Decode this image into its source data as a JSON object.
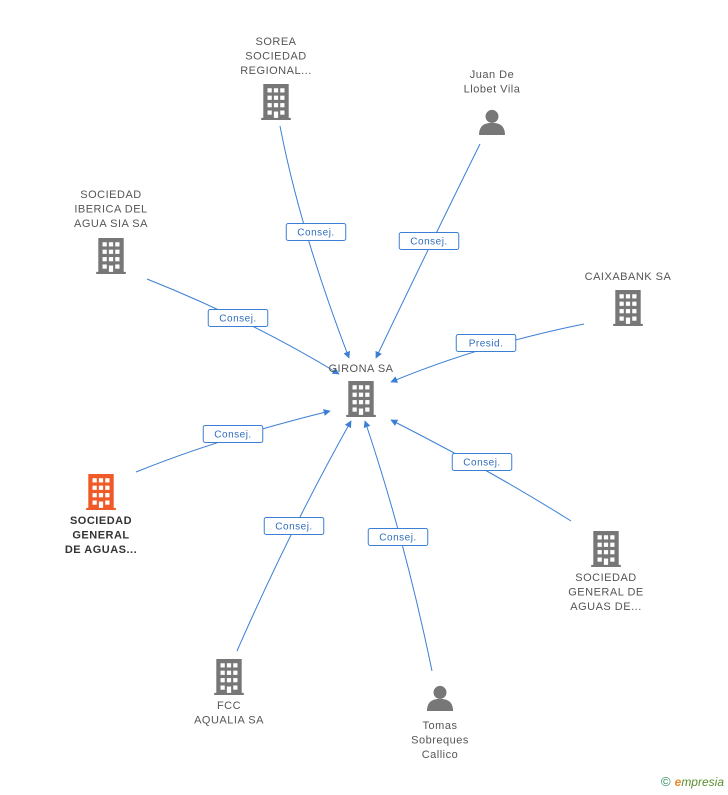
{
  "center": {
    "label": "GIRONA SA",
    "type": "company"
  },
  "nodes": [
    {
      "id": "sorea",
      "type": "company",
      "lines": [
        "SOREA",
        "SOCIEDAD",
        "REGIONAL..."
      ]
    },
    {
      "id": "juan",
      "type": "person",
      "lines": [
        "Juan De",
        "Llobet Vila"
      ]
    },
    {
      "id": "iberica",
      "type": "company",
      "lines": [
        "SOCIEDAD",
        "IBERICA DEL",
        "AGUA SIA SA"
      ]
    },
    {
      "id": "caixabank",
      "type": "company",
      "lines": [
        "CAIXABANK SA"
      ]
    },
    {
      "id": "sga_focus",
      "type": "company",
      "focus": true,
      "lines": [
        "SOCIEDAD",
        "GENERAL",
        "DE AGUAS..."
      ]
    },
    {
      "id": "sga2",
      "type": "company",
      "lines": [
        "SOCIEDAD",
        "GENERAL DE",
        "AGUAS DE..."
      ]
    },
    {
      "id": "fcc",
      "type": "company",
      "lines": [
        "FCC",
        "AQUALIA SA"
      ]
    },
    {
      "id": "tomas",
      "type": "person",
      "lines": [
        "Tomas",
        "Sobreques",
        "Callico"
      ]
    }
  ],
  "edges": [
    {
      "from": "sorea",
      "label": "Consej."
    },
    {
      "from": "juan",
      "label": "Consej."
    },
    {
      "from": "iberica",
      "label": "Consej."
    },
    {
      "from": "caixabank",
      "label": "Presid."
    },
    {
      "from": "sga_focus",
      "label": "Consej."
    },
    {
      "from": "sga2",
      "label": "Consej."
    },
    {
      "from": "fcc",
      "label": "Consej."
    },
    {
      "from": "tomas",
      "label": "Consej."
    }
  ],
  "colors": {
    "icon": "#777777",
    "focus_icon": "#f05a28",
    "edge": "#3b7fd4"
  },
  "footer": {
    "copyright": "©",
    "brand_initial": "e",
    "brand_rest": "mpresia"
  }
}
